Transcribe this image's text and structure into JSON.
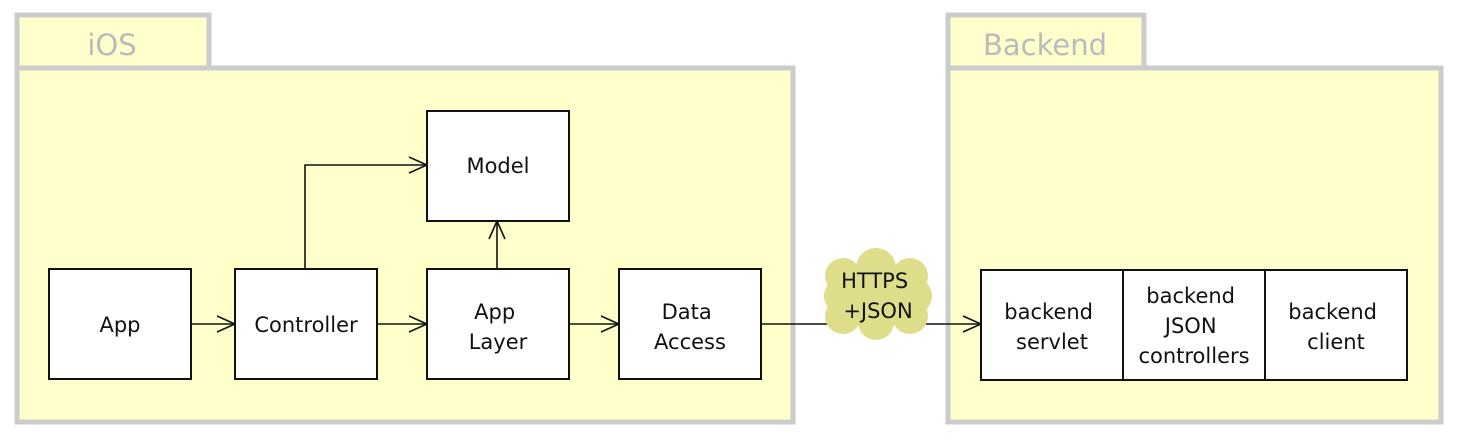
{
  "packages": {
    "ios": {
      "label": "iOS"
    },
    "backend": {
      "label": "Backend"
    }
  },
  "components": {
    "app": {
      "lines": [
        "App"
      ]
    },
    "controller": {
      "lines": [
        "Controller"
      ]
    },
    "model": {
      "lines": [
        "Model"
      ]
    },
    "app_layer": {
      "lines": [
        "App",
        "Layer"
      ]
    },
    "data_access": {
      "lines": [
        "Data",
        "Access"
      ]
    },
    "backend_servlet": {
      "lines": [
        "backend",
        "servlet"
      ]
    },
    "backend_json_controllers": {
      "lines": [
        "backend",
        "JSON",
        "controllers"
      ]
    },
    "backend_client": {
      "lines": [
        "backend",
        "client"
      ]
    }
  },
  "connector": {
    "lines": [
      "HTTPS",
      "+JSON"
    ]
  },
  "colors": {
    "package_fill": "#ffffcc",
    "package_border": "#cccccc",
    "package_label": "#bbbbbb",
    "cloud_fill": "#dede8a",
    "box_border": "#111111"
  }
}
